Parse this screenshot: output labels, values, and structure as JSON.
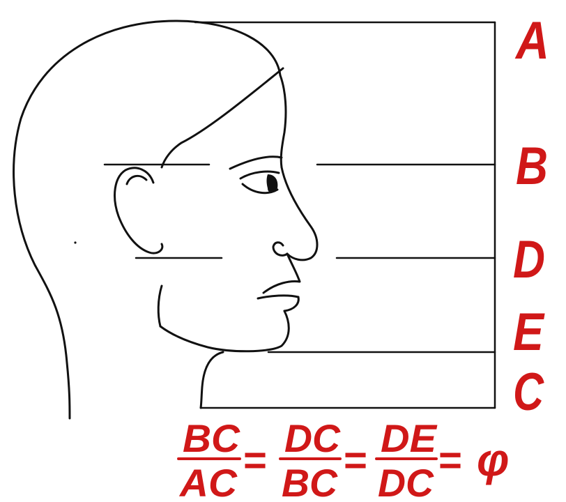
{
  "colors": {
    "line": "#111111",
    "accent": "#d01818"
  },
  "labels": [
    "A",
    "B",
    "D",
    "E",
    "C"
  ],
  "formula": {
    "fractions": [
      {
        "numerator": "BC",
        "denominator": "AC"
      },
      {
        "numerator": "DC",
        "denominator": "BC"
      },
      {
        "numerator": "DE",
        "denominator": "DC"
      }
    ],
    "equals": "=",
    "result": "φ"
  }
}
